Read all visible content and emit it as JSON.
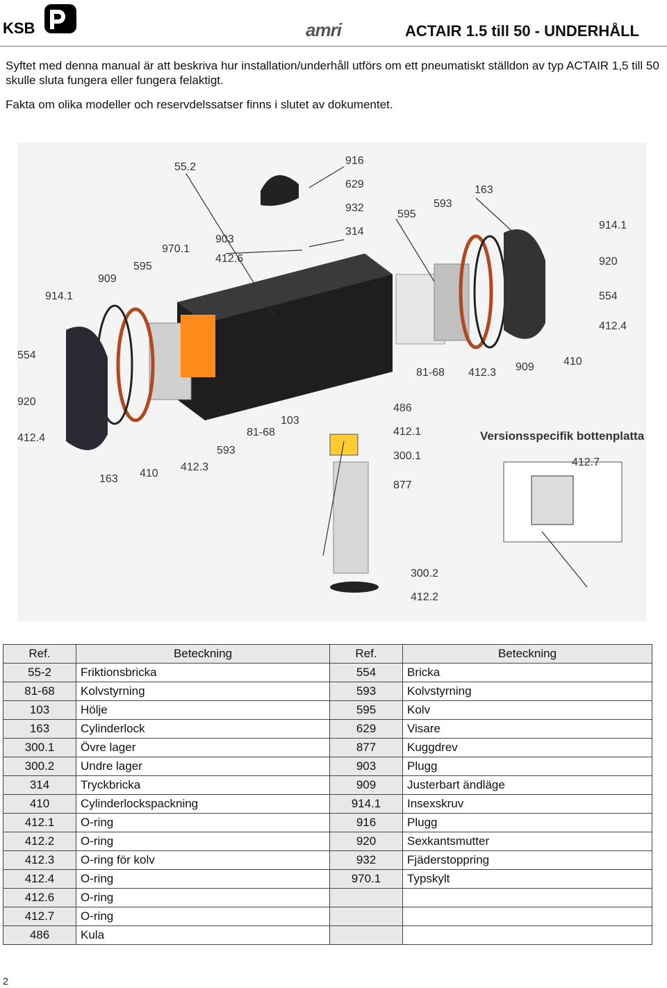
{
  "header": {
    "ksb_logo": "KSB",
    "amri_logo": "amri",
    "title": "ACTAIR 1.5 till 50 - UNDERHÅLL"
  },
  "intro": {
    "p1": "Syftet med denna manual är att beskriva hur installation/underhåll utförs om ett pneumatiskt ställdon av typ ACTAIR 1,5 till 50 skulle sluta fungera eller fungera felaktigt.",
    "p2": "Fakta om olika modeller och reservdelssatser finns i slutet av dokumentet."
  },
  "figure": {
    "labels": [
      "55.2",
      "916",
      "629",
      "932",
      "314",
      "163",
      "593",
      "595",
      "914.1",
      "920",
      "554",
      "412.4",
      "903",
      "412.6",
      "970.1",
      "595",
      "909",
      "914.1",
      "554",
      "920",
      "412.4",
      "81-68",
      "412.3",
      "909",
      "410",
      "486",
      "412.1",
      "300.1",
      "877",
      "103",
      "81-68",
      "593",
      "412.3",
      "410",
      "163",
      "300.2",
      "412.2",
      "412.7"
    ],
    "version_label": "Versionsspecifik bottenplatta"
  },
  "table": {
    "headers": [
      "Ref.",
      "Beteckning",
      "Ref.",
      "Beteckning"
    ],
    "rows": [
      [
        "55-2",
        "Friktionsbricka",
        "554",
        "Bricka"
      ],
      [
        "81-68",
        "Kolvstyrning",
        "593",
        "Kolvstyrning"
      ],
      [
        "103",
        "Hölje",
        "595",
        "Kolv"
      ],
      [
        "163",
        "Cylinderlock",
        "629",
        "Visare"
      ],
      [
        "300.1",
        "Övre lager",
        "877",
        "Kuggdrev"
      ],
      [
        "300.2",
        "Undre lager",
        "903",
        "Plugg"
      ],
      [
        "314",
        "Tryckbricka",
        "909",
        "Justerbart ändläge"
      ],
      [
        "410",
        "Cylinderlockspackning",
        "914.1",
        "Insexskruv"
      ],
      [
        "412.1",
        "O-ring",
        "916",
        "Plugg"
      ],
      [
        "412.2",
        "O-ring",
        "920",
        "Sexkantsmutter"
      ],
      [
        "412.3",
        "O-ring för kolv",
        "932",
        "Fjäderstoppring"
      ],
      [
        "412.4",
        "O-ring",
        "970.1",
        "Typskylt"
      ],
      [
        "412.6",
        "O-ring",
        "",
        ""
      ],
      [
        "412.7",
        "O-ring",
        "",
        ""
      ],
      [
        "486",
        "Kula",
        "",
        ""
      ]
    ]
  },
  "page_number": "2"
}
